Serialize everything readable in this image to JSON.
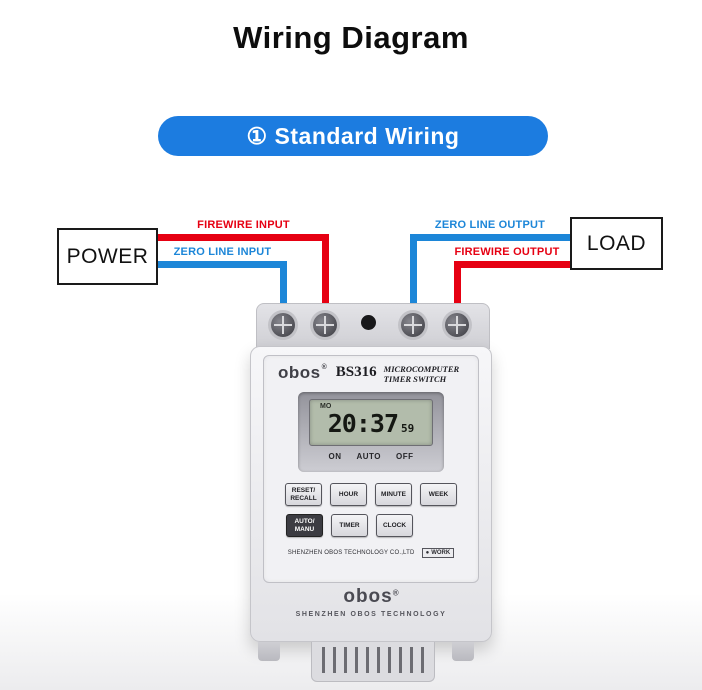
{
  "title": "Wiring Diagram",
  "banner": {
    "label": "① Standard Wiring"
  },
  "diagram": {
    "power": "POWER",
    "load": "LOAD",
    "labels": {
      "firewire_input": "FIREWIRE INPUT",
      "zero_line_input": "ZERO LINE INPUT",
      "zero_line_output": "ZERO LINE OUTPUT",
      "firewire_output": "FIREWIRE OUTPUT"
    },
    "colors": {
      "firewire_red": "#e60012",
      "zero_line_blue": "#1c86d8",
      "banner_blue": "#1c7ce0"
    }
  },
  "device": {
    "brand": "obos",
    "reg": "®",
    "model": "BS316",
    "desc": "MICROCOMPUTER\nTIMER SWITCH",
    "lcd": {
      "day": "MO",
      "time": "20:37",
      "seconds": "59",
      "modes": [
        "ON",
        "AUTO",
        "OFF"
      ]
    },
    "buttons_row1": [
      "RESET/\nRECALL",
      "HOUR",
      "MINUTE",
      "WEEK"
    ],
    "buttons_row2": [
      "AUTO/\nMANU",
      "TIMER",
      "CLOCK"
    ],
    "footer": {
      "company": "SHENZHEN OBOS TECHNOLOGY CO.,LTD",
      "work_dot": "●",
      "work": "WORK"
    },
    "logo": {
      "brand": "obos",
      "reg": "®",
      "sub": "SHENZHEN OBOS TECHNOLOGY"
    }
  }
}
